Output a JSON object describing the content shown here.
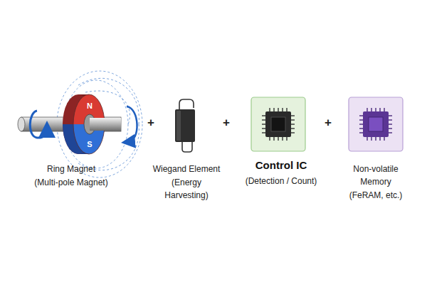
{
  "diagram": {
    "labels": [
      "N",
      "S",
      "+",
      "+",
      "+",
      "Ring Magnet",
      "(Multi-pole Magnet)",
      "Wiegand Element",
      "(Energy Harvesting)",
      "Control IC",
      "(Detection / Count)",
      "Non-volatile Memory",
      "(FeRAM, etc.)"
    ]
  }
}
